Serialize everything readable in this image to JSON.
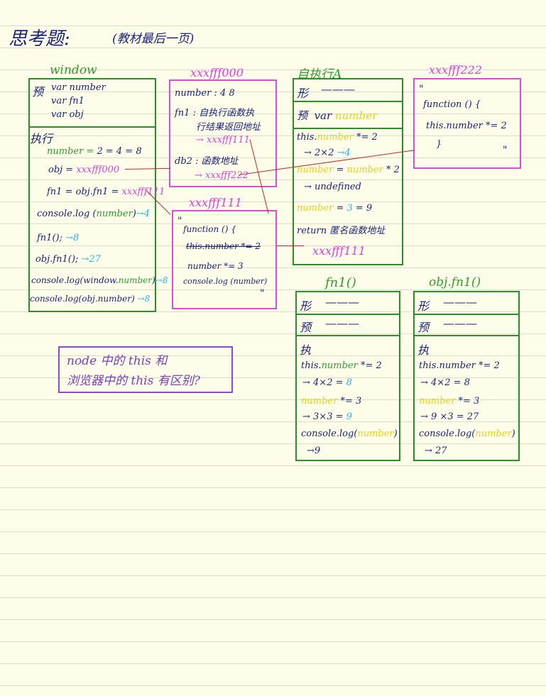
{
  "header": {
    "title": "思考题:",
    "note": "(教材最后一页)"
  },
  "window_box": {
    "label": "window",
    "pre_label": "预",
    "pre_lines": [
      "var number",
      "var fn1",
      "var obj"
    ],
    "exec_label": "执行",
    "exec_line1_a": "number = ",
    "exec_line1_b": "2 = 4 = 8",
    "exec_line2_a": "obj = ",
    "exec_line2_b": "xxxfff000",
    "exec_line3_a": "fn1 = obj.fn1 = ",
    "exec_line3_b": "xxxfff111",
    "exec_line4_a": "console.log (",
    "exec_line4_b": "number",
    "exec_line4_c": ")",
    "exec_line4_d": "→4",
    "exec_line5_a": "fn1();",
    "exec_line5_b": "→8",
    "exec_line6_a": "obj.fn1();",
    "exec_line6_b": "→27",
    "exec_line7_a": "console.log(window.",
    "exec_line7_b": "number",
    "exec_line7_c": ")",
    "exec_line7_d": "→8",
    "exec_line8_a": "console.log(obj.number)",
    "exec_line8_b": "→8"
  },
  "heap000": {
    "label": "xxxfff000",
    "line1": "number : 4 8",
    "line2": "fn1 : 自执行函数执",
    "line3": "行结果返回地址",
    "line4": "→ xxxfff111",
    "line5": "db2 : 函数地址",
    "line6": "→ xxxfff222"
  },
  "heap111": {
    "label": "xxxfff111",
    "q1": "\"",
    "line1": "function () {",
    "line2": "this.number *= 2",
    "line3": "number *= 3",
    "line4": "console.log (number)",
    "q2": "\""
  },
  "selfexec": {
    "label": "自执行A",
    "row1_label": "形",
    "row1_val": "———",
    "row2_label": "预",
    "row2_a": "var ",
    "row2_b": "number",
    "row3_a": "this.",
    "row3_b": "number",
    "row3_c": " *= 2",
    "row3_d": "→ 2×2 ",
    "row3_e": "→4",
    "row4_a": "number",
    "row4_b": " = ",
    "row4_c": "number",
    "row4_d": " * 2",
    "row4_e": "→ undefined",
    "row5_a": "number",
    "row5_b": " = ",
    "row5_c": "3",
    "row5_d": " = 9",
    "row6": "return 匿名函数地址",
    "row7": "xxxfff111"
  },
  "heap222": {
    "label": "xxxfff222",
    "q1": "\"",
    "line1": "function () {",
    "line2": "this.number *= 2",
    "line3": "}",
    "q2": "\""
  },
  "fn1_call": {
    "label": "fn1()",
    "row1_label": "形",
    "row1_val": "———",
    "row2_label": "预",
    "row2_val": "———",
    "row3_label": "执",
    "l1_a": "this.",
    "l1_b": "number",
    "l1_c": " *= 2",
    "l2_a": "→ 4×2 = ",
    "l2_b": "8",
    "l3_a": "number",
    "l3_b": " *= 3",
    "l4_a": "→ 3×3 = ",
    "l4_b": "9",
    "l5_a": "console.log(",
    "l5_b": "number",
    "l5_c": ")",
    "l6": "→9"
  },
  "objfn1_call": {
    "label": "obj.fn1()",
    "row1_label": "形",
    "row1_val": "———",
    "row2_label": "预",
    "row2_val": "———",
    "row3_label": "执",
    "l1": "this.number *= 2",
    "l2": "→ 4×2 = 8",
    "l3_a": "number",
    "l3_b": " *= 3",
    "l4": "→ 9 ×3 = 27",
    "l5_a": "console.log(",
    "l5_b": "number",
    "l5_c": ")",
    "l6": "→ 27"
  },
  "question": {
    "line1": "node 中的 this 和",
    "line2": "浏览器中的 this 有区别?"
  }
}
